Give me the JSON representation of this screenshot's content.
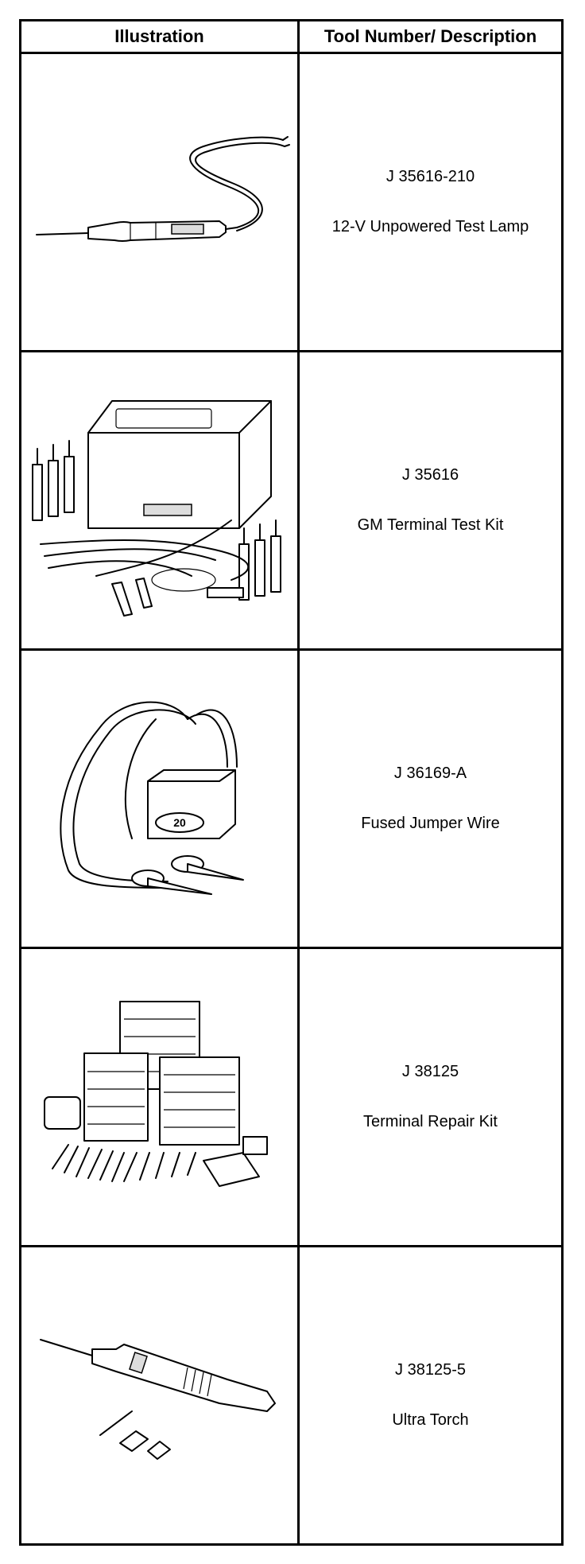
{
  "table": {
    "headers": {
      "illustration": "Illustration",
      "tool": "Tool Number/ Description"
    },
    "rows": [
      {
        "number": "J 35616-210",
        "description": "12-V Unpowered Test Lamp",
        "icon": "test-lamp-illustration"
      },
      {
        "number": "J 35616",
        "description": "GM Terminal Test Kit",
        "icon": "terminal-test-kit-illustration"
      },
      {
        "number": "J 36169-A",
        "description": "Fused Jumper Wire",
        "icon": "fused-jumper-wire-illustration",
        "label": "20"
      },
      {
        "number": "J 38125",
        "description": "Terminal Repair Kit",
        "icon": "terminal-repair-kit-illustration"
      },
      {
        "number": "J 38125-5",
        "description": "Ultra Torch",
        "icon": "ultra-torch-illustration"
      }
    ]
  }
}
